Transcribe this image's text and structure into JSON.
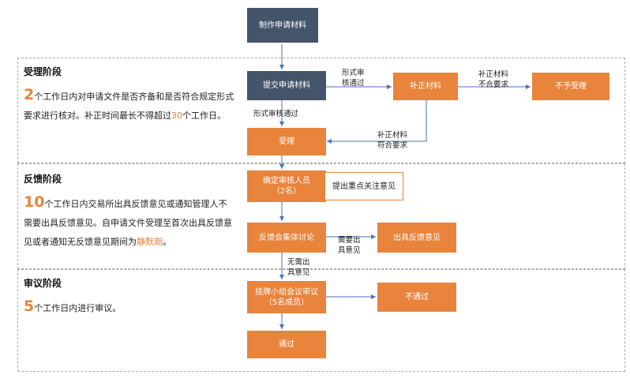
{
  "stages": {
    "acceptance": {
      "title": "受理阶段",
      "days": "2",
      "desc_a": "个工作日内对申请文件是否齐备和是否符合规定形式要求进行核对。补正时间最长不得超过",
      "days_2": "30",
      "desc_b": "个工作日。"
    },
    "feedback": {
      "title": "反馈阶段",
      "days": "10",
      "desc_a": "个工作日内交易所出具反馈意见或通知管理人不需要出具反馈意见。自申请文件受理至首次出具反馈意见或者通知无反馈意见期间为",
      "highlight": "静默期",
      "desc_b": "。"
    },
    "review": {
      "title": "审议阶段",
      "days": "5",
      "desc_a": "个工作日内进行审议。"
    }
  },
  "nodes": {
    "prepare": "制作申请材料",
    "submit": "提交申请材料",
    "supplement": "补正材料",
    "reject": "不予受理",
    "accept": "受理",
    "assign_line1": "确定审核人员",
    "assign_line2": "（2名）",
    "key_concerns": "提出重点关注意见",
    "discussion": "反馈会集体讨论",
    "issue_feedback": "出具反馈意见",
    "panel_line1": "挂牌小组会议审议",
    "panel_line2": "（5名成员）",
    "fail": "不通过",
    "pass": "通过"
  },
  "edge_labels": {
    "formal_pass_1": "形式审",
    "formal_pass_2": "核通过",
    "supp_fail_1": "补正材料",
    "supp_fail_2": "不合要求",
    "formal_pass_down": "形式审核通过",
    "supp_ok_1": "补正材料",
    "supp_ok_2": "符合要求",
    "need_feedback_1": "需要出",
    "need_feedback_2": "具意见",
    "no_feedback_1": "无需出",
    "no_feedback_2": "具意见"
  },
  "colors": {
    "orange": "#E8843C",
    "dark": "#44546A",
    "arrow": "#4472C4"
  }
}
